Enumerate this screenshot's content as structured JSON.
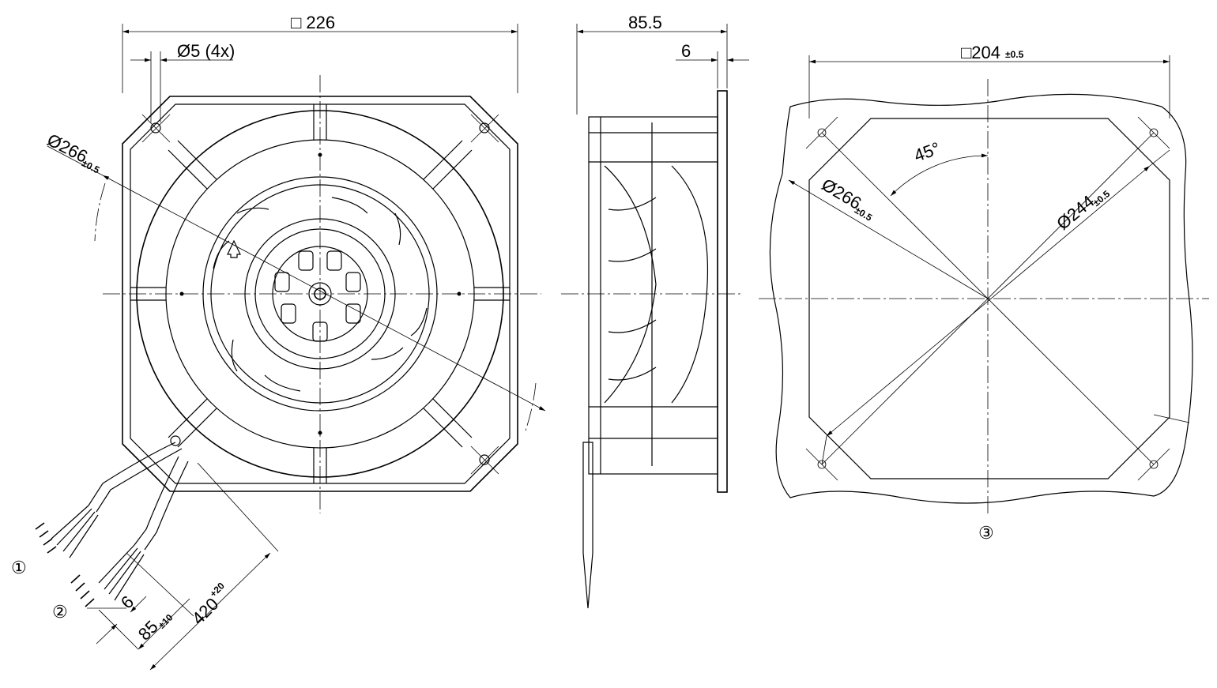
{
  "front_view": {
    "frame_size": "□ 226",
    "hole_diameter": "Ø5 (4x)",
    "diagonal_main": "Ø266",
    "diagonal_tol": "±0.5",
    "cable_strip": "6",
    "cable_split_main": "85",
    "cable_split_tol": "±10",
    "cable_length_main": "420",
    "cable_length_tol": "+20",
    "callout_1": "①",
    "callout_2": "②"
  },
  "side_view": {
    "depth": "85.5",
    "flange": "6"
  },
  "mounting_view": {
    "hole_pattern_main": "□204",
    "hole_pattern_tol": "±0.5",
    "angle": "45°",
    "diag_outer_main": "Ø266",
    "diag_outer_tol": "±0.5",
    "diag_inner_main": "Ø244",
    "diag_inner_tol": "±0.5",
    "callout_3": "③"
  }
}
